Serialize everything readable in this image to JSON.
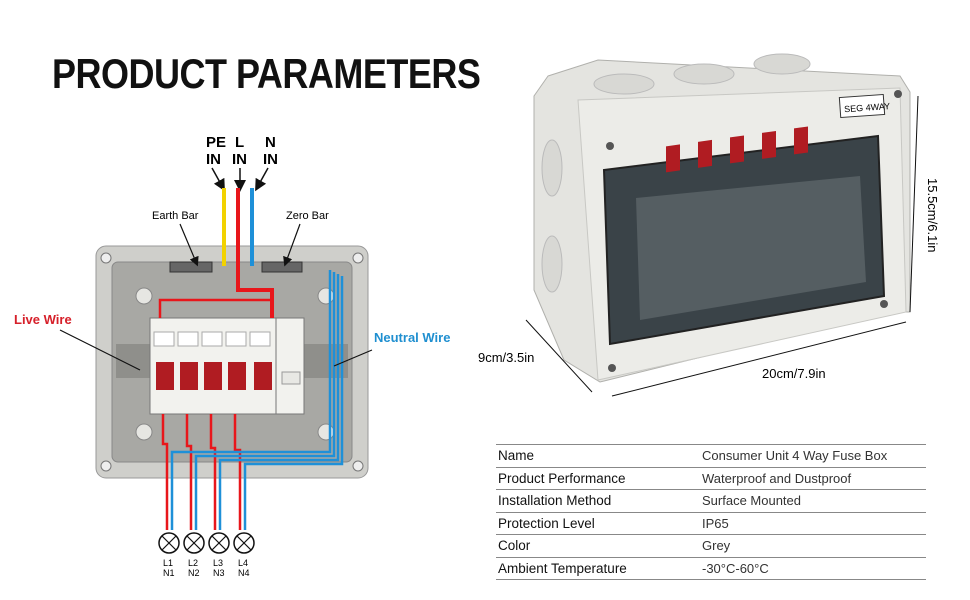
{
  "heading": "PRODUCT PARAMETERS",
  "inputs": [
    {
      "line1": "PE",
      "line2": "IN"
    },
    {
      "line1": "L",
      "line2": "IN"
    },
    {
      "line1": "N",
      "line2": "IN"
    }
  ],
  "labels": {
    "earth_bar": "Earth Bar",
    "zero_bar": "Zero Bar",
    "live_wire": "Live Wire",
    "neutral_wire": "Neutral Wire"
  },
  "outputs": [
    {
      "l": "L1",
      "n": "N1"
    },
    {
      "l": "L2",
      "n": "N2"
    },
    {
      "l": "L3",
      "n": "N3"
    },
    {
      "l": "L4",
      "n": "N4"
    }
  ],
  "box_tag": "SEG 4WAY",
  "dimensions": {
    "height": "15.5cm/6.1in",
    "depth": "9cm/3.5in",
    "width": "20cm/7.9in"
  },
  "specs": [
    {
      "name": "Name",
      "value": "Consumer Unit 4 Way Fuse Box"
    },
    {
      "name": "Product Performance",
      "value": "Waterproof and Dustproof"
    },
    {
      "name": "Installation Method",
      "value": "Surface Mounted"
    },
    {
      "name": "Protection Level",
      "value": "IP65"
    },
    {
      "name": "Color",
      "value": "Grey"
    },
    {
      "name": "Ambient Temperature",
      "value": "-30°C-60°C"
    }
  ],
  "colors": {
    "live": "#e8161b",
    "neutral": "#1e90d8",
    "earth": "#f2d200",
    "label_live": "#d6202a",
    "label_neutral": "#1f8fd0",
    "enclosure": "#dcdcd8",
    "breaker_toggle": "#b01c22"
  }
}
